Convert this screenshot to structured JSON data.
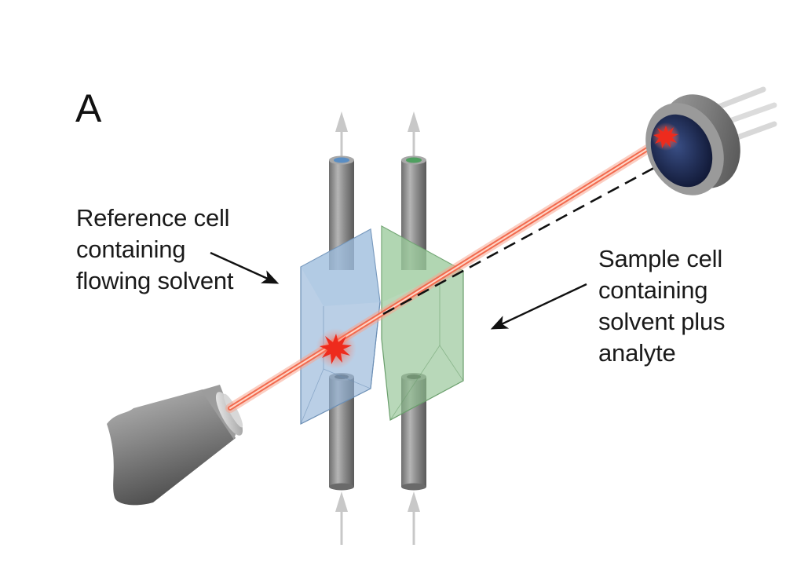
{
  "panel_label": "A",
  "reference_label": {
    "lines": [
      "Reference cell",
      "containing",
      "flowing solvent"
    ]
  },
  "sample_label": {
    "lines": [
      "Sample cell",
      "containing",
      "solvent plus",
      "analyte"
    ]
  },
  "colors": {
    "beam": "#f26b4f",
    "beam_core": "#ffd0c0",
    "reference_cell": "#8fb2d6",
    "sample_cell": "#8cc08e",
    "tube": "#8a8a8a",
    "flow_arrow": "#c8c8c8",
    "detector_window": "#1c2a55",
    "spark": "#ee2b1d"
  }
}
